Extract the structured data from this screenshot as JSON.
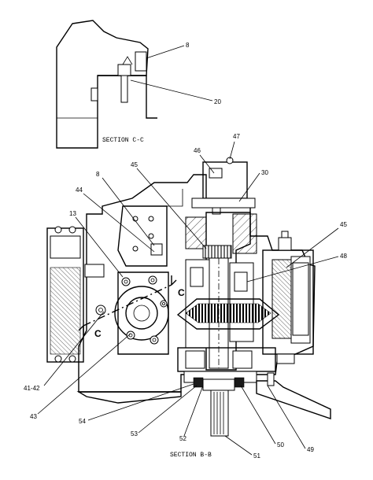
{
  "section_cc": {
    "title": "SECTION C-C",
    "callouts": [
      "8",
      "20"
    ]
  },
  "section_bb": {
    "title": "SECTION B-B",
    "cut_marks": [
      "C",
      "C"
    ],
    "callouts": [
      "47",
      "46",
      "30",
      "45",
      "8",
      "44",
      "13",
      "45",
      "48",
      "41-42",
      "43",
      "54",
      "53",
      "52",
      "50",
      "49",
      "51"
    ]
  },
  "icons": [
    "hatch-pattern",
    "bolt-icon",
    "gear-icon",
    "leader-line"
  ]
}
